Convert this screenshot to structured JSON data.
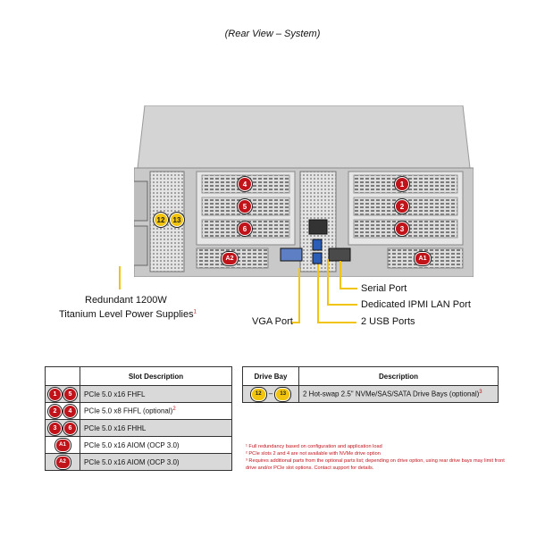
{
  "title": "(Rear View – System)",
  "callouts": {
    "psu_line1": "Redundant 1200W",
    "psu_line2": "Titanium Level Power Supplies",
    "psu_sup": "1",
    "vga": "VGA Port",
    "usb": "2 USB Ports",
    "ipmi": "Dedicated IPMI LAN Port",
    "serial": "Serial Port"
  },
  "chassis_badges": {
    "b4": "4",
    "b5": "5",
    "b6": "6",
    "b1": "1",
    "b2": "2",
    "b3": "3",
    "a1": "A1",
    "a2": "A2",
    "d12": "12",
    "d13": "13"
  },
  "slot_table": {
    "header": "Slot Description",
    "rows": [
      {
        "badges": [
          "1",
          "5"
        ],
        "desc": "PCIe 5.0 x16 FHFL",
        "sup": ""
      },
      {
        "badges": [
          "2",
          "4"
        ],
        "desc": "PCIe 5.0 x8 FHFL (optional)",
        "sup": "2"
      },
      {
        "badges": [
          "3",
          "6"
        ],
        "desc": "PCIe 5.0 x16 FHHL",
        "sup": ""
      },
      {
        "badges": [
          "A1"
        ],
        "desc": "PCIe 5.0 x16 AIOM (OCP 3.0)",
        "sup": ""
      },
      {
        "badges": [
          "A2"
        ],
        "desc": "PCIe 5.0 x16 AIOM (OCP 3.0)",
        "sup": ""
      }
    ]
  },
  "drive_table": {
    "header_bay": "Drive Bay",
    "header_desc": "Description",
    "bay_from": "12",
    "bay_dash": "–",
    "bay_to": "13",
    "desc": "2 Hot-swap 2.5\" NVMe/SAS/SATA Drive Bays (optional)",
    "sup": "3"
  },
  "footnotes": {
    "f1": "¹ Full redundancy based on configuration and application load",
    "f2": "² PCIe slots 2 and 4 are not available with NVMe drive option",
    "f3": "³ Requires additional parts from the optional parts list; depending on drive option, using rear drive bays may limit front drive and/or PCIe slot options. Contact support for details."
  },
  "colors": {
    "badge_red": "#c0131a",
    "badge_yellow": "#f2c40f",
    "callout_line": "#f2c40f",
    "table_gray": "#d9d9d9",
    "footnote": "#c0131a"
  }
}
